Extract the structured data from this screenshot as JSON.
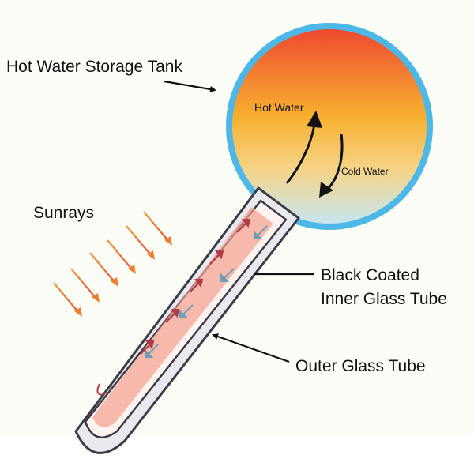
{
  "labels": {
    "tank": "Hot Water Storage Tank",
    "hot_water": "Hot Water",
    "cold_water": "Cold Water",
    "sunrays": "Sunrays",
    "inner_tube_line1": "Black Coated",
    "inner_tube_line2": "Inner Glass Tube",
    "outer_tube": "Outer Glass Tube"
  },
  "colors": {
    "background": "#fdfdf7",
    "tank_rim": "#4db8e8",
    "tank_top": "#ee4a30",
    "tank_middle": "#f7b030",
    "tank_bottom": "#c6e6f0",
    "tube_stroke": "#3c3c46",
    "tube_fill": "#e9e9ef",
    "inner_glow": "#f0836a",
    "hot_arrow": "#b43a45",
    "cold_arrow": "#6b9fb5",
    "sunray_top": "#f19a3a",
    "sunray_bottom": "#e8522e"
  }
}
